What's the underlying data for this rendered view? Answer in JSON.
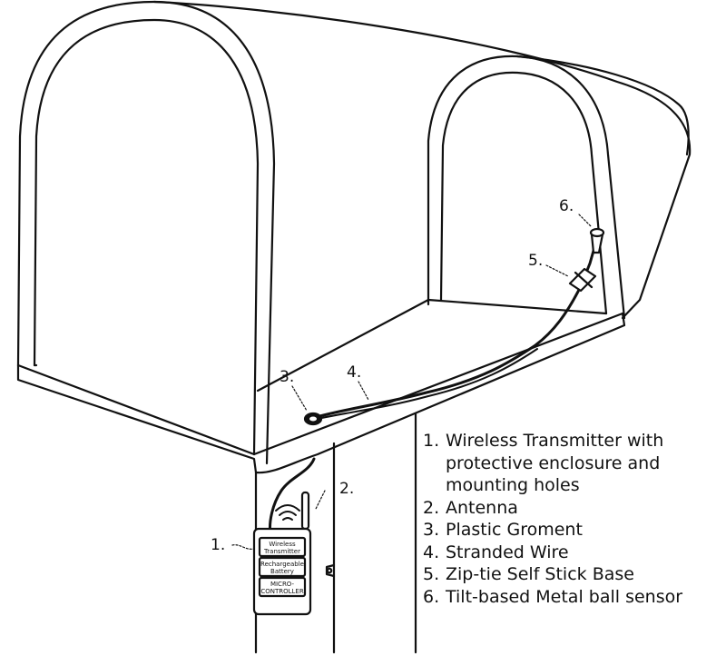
{
  "callouts": {
    "c1": "1.",
    "c2": "2.",
    "c3": "3.",
    "c4": "4.",
    "c5": "5.",
    "c6": "6."
  },
  "device": {
    "label_top": [
      "Wireless",
      "Transmitter"
    ],
    "label_middle": [
      "Rechargeable",
      "Battery"
    ],
    "label_bottom": [
      "MICRO-",
      "CONTROLLER"
    ]
  },
  "legend": [
    {
      "num": "1.",
      "text": "Wireless Transmitter with protective enclosure and mounting holes"
    },
    {
      "num": "2.",
      "text": "Antenna"
    },
    {
      "num": "3.",
      "text": "Plastic Groment"
    },
    {
      "num": "4.",
      "text": "Stranded Wire"
    },
    {
      "num": "5.",
      "text": "Zip-tie Self Stick Base"
    },
    {
      "num": "6.",
      "text": "Tilt-based Metal ball sensor"
    }
  ]
}
